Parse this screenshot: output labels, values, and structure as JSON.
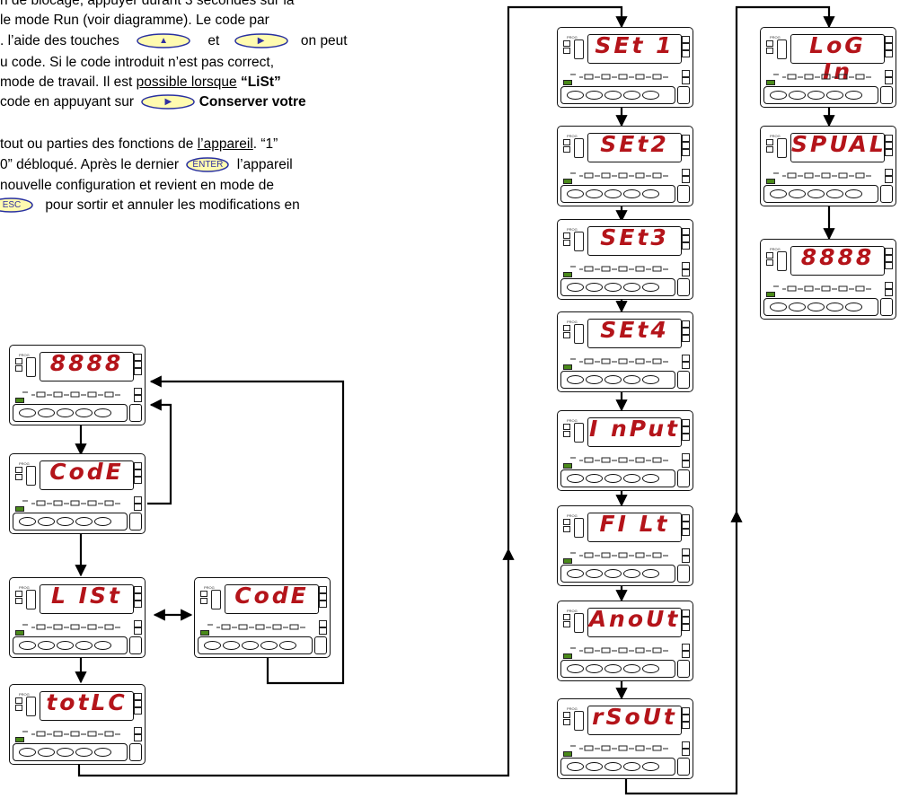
{
  "text": {
    "l1a": "n de blocage, appuyer durant 3 secondes sur la",
    "l2a": "le mode Run (voir diagramme). Le code par",
    "l3a": ". l’aide des touches",
    "l3b": "et",
    "l3c": "on peut",
    "l4a": "u code. Si le code introduit n’est pas correct,",
    "l5a": "mode de travail. Il est",
    "l5b": "possible lorsque",
    "l5c": "“LiSt”",
    "l6a": "code en appuyant sur",
    "l6b": "Conserver votre",
    "l7a": "tout ou parties des fonctions de",
    "l7b": "l’appareil",
    "l7c": ". “1”",
    "l8a": "0” débloqué. Après le dernier",
    "l8b": "l’appareil",
    "l9a": "nouvelle configuration et revient en mode de",
    "l10a": "pour sortir et annuler les modifications en"
  },
  "keys": {
    "up": "▲",
    "right": "▶",
    "enter": "ENTER",
    "esc": "ESC"
  },
  "device_prog_label": "PROG",
  "displays": {
    "run": "8888",
    "code1": "CodE",
    "list": "L ISt",
    "code2": "CodE",
    "totlc": "totLC",
    "set1": "SEt 1",
    "set2": "SEt2",
    "set3": "SEt3",
    "set4": "SEt4",
    "input": "I nPut",
    "filt": "FI Lt",
    "anout": "AnoUt",
    "rsout": "rSoUt",
    "login": "LoG In",
    "spval": "SPUAL",
    "run2": "8888"
  },
  "colors": {
    "display_red": "#b4141a",
    "key_yellow": "#fffbb0",
    "key_blue": "#2830a0",
    "led_green": "#4a8a1a"
  }
}
